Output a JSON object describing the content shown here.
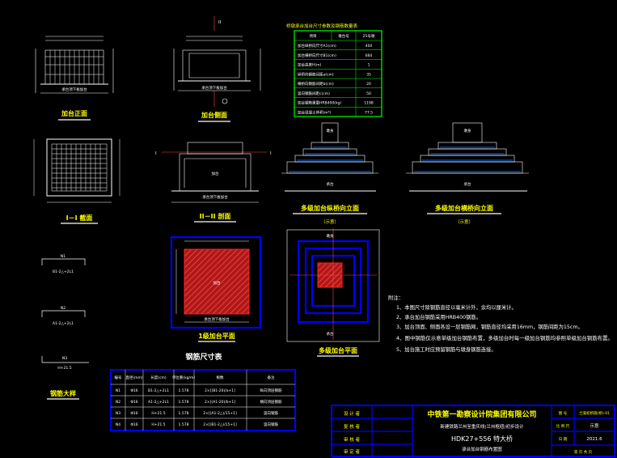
{
  "views": {
    "front_title": "加台正面",
    "side_title": "加台侧面",
    "section1_title": "I－I 截面",
    "section2_title": "II－II 剖面",
    "section_mark_1": "I",
    "section_mark_2": "II",
    "long_elev_title": "多级加台纵桥向立面",
    "trans_elev_title": "多级加台横桥向立面",
    "schematic": "（示意）",
    "plan1_title": "1级加台平面",
    "multi_plan_title": "多级加台平面",
    "rebar_detail_title": "钢筋大样",
    "label_pier": "墩身",
    "label_platform": "承台",
    "label_platform2": "加台",
    "label_under": "承台顶下板加台"
  },
  "param_table": {
    "title": "桥墩承台加台尺寸参数及钢筋数量表",
    "header": [
      "项目",
      "墩台号",
      "25号墩"
    ],
    "rows": [
      [
        "加台纵桥向尺寸A1(cm)",
        "404"
      ],
      [
        "加台横桥向尺寸B1(cm)",
        "664"
      ],
      [
        "加台高度H(m)",
        "1"
      ],
      [
        "纵桥向钢筋间距a(cm)",
        "35"
      ],
      [
        "横桥向钢筋间距b(cm)",
        "20"
      ],
      [
        "竖向钢筋间距c(cm)",
        "50"
      ],
      [
        "加台钢筋重量HRB400(kg)",
        "1198"
      ],
      [
        "加台混凝土体积(m³)",
        "77.5"
      ]
    ]
  },
  "rebar_table": {
    "title": "钢筋尺寸表",
    "headers": [
      "编号",
      "直径(mm)",
      "长度(cm)",
      "单位重(kg/m)",
      "根数",
      "备注"
    ],
    "rows": [
      [
        "N1",
        "Φ16",
        "B1-2△+2L1",
        "1.578",
        "2×[(B1-20)/a+1]",
        "纵向顶层钢筋"
      ],
      [
        "N2",
        "Φ16",
        "A1-2△+2L1",
        "1.578",
        "2×[(A1-20)/b+1]",
        "横向顶层钢筋"
      ],
      [
        "N3",
        "Φ16",
        "H+21.5",
        "1.578",
        "2×[(A1-2△)/15+1]",
        "竖向钢筋"
      ],
      [
        "N4",
        "Φ16",
        "H+21.5",
        "1.578",
        "2×[(B1-2△)/15+1]",
        "竖向钢筋"
      ]
    ]
  },
  "notes": {
    "heading": "附注：",
    "items": [
      "1、本图尺寸除钢筋直径以毫米计外，余均以厘米计。",
      "2、承台加台钢筋采用HRB400钢筋。",
      "3、加台顶面、侧面各设一层钢筋网，钢筋直径均采用16mm，钢筋间距为15cm。",
      "4、图中钢筋仅示意单级加台钢筋布置，多级加台时每一级加台钢筋均参照单级加台钢筋布置。",
      "5、加台施工时应预留钢筋与墩身钢筋连接。"
    ]
  },
  "title_block": {
    "roles": [
      "设 计 者",
      "复 核 者",
      "审 核 者",
      "审 定 者"
    ],
    "company": "中铁第一勘察设计院集团有限公司",
    "project": "新建铁路兰州至重庆线(兰州枢纽)初步设计",
    "bridge": "HDK27+556 特大桥",
    "drawing": "承台加台钢筋布置图",
    "labels": [
      "图 号",
      "比 例 尺",
      "日 期"
    ],
    "drawing_no": "兰渝初桥施(桥)-01",
    "scale": "示意",
    "date": "2021.6",
    "page": "第 页 共 页"
  },
  "colors": {
    "bg": "#000000",
    "line": "#ffffff",
    "title_frame": "#0000ff",
    "param_frame": "#00ff00",
    "accent": "#ffff00",
    "hatch": "#ff2020"
  }
}
